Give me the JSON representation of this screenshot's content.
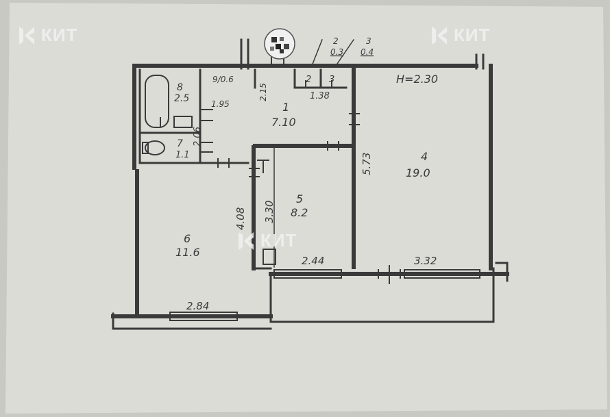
{
  "watermark": {
    "text": "КИТ"
  },
  "plan": {
    "height_label": "H=2.30",
    "rooms": [
      {
        "id": "1",
        "area": "7.10"
      },
      {
        "id": "2",
        "area": "0.3"
      },
      {
        "id": "3",
        "area": "0.4"
      },
      {
        "id": "4",
        "area": "19.0"
      },
      {
        "id": "5",
        "area": "8.2"
      },
      {
        "id": "6",
        "area": "11.6"
      },
      {
        "id": "7",
        "area": "1.1"
      },
      {
        "id": "8",
        "area": "2.5"
      },
      {
        "id": "9",
        "area": "0.6"
      }
    ],
    "dimensions": [
      "1.95",
      "2.15",
      "1.38",
      "2.06",
      "5.73",
      "3.30",
      "4.08",
      "2.44",
      "3.32",
      "2.84"
    ]
  },
  "colors": {
    "background": "#c9c9c4",
    "paper": "#dcdcd7",
    "line": "#3a3a3a",
    "watermark": "#f2f2f2"
  }
}
